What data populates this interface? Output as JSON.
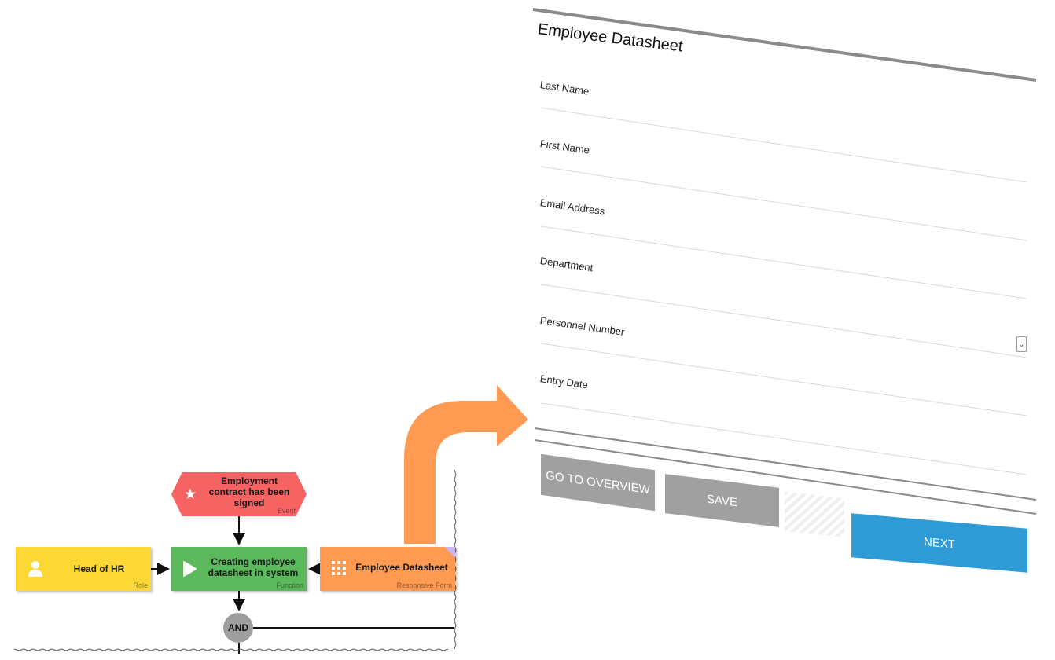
{
  "diagram": {
    "event": {
      "text": "Employment contract has been signed",
      "type": "Event"
    },
    "role": {
      "text": "Head of HR",
      "type": "Role"
    },
    "function": {
      "text": "Creating employee datasheet in system",
      "type": "Function"
    },
    "form": {
      "text": "Employee Datasheet",
      "type": "Responsive Form"
    },
    "gateway": {
      "text": "AND"
    }
  },
  "form_card": {
    "title": "Employee Datasheet",
    "fields": [
      {
        "label": "Last Name"
      },
      {
        "label": "First Name"
      },
      {
        "label": "Email Address"
      },
      {
        "label": "Department"
      },
      {
        "label": "Personnel Number"
      },
      {
        "label": "Entry Date"
      }
    ],
    "buttons": {
      "overview": "GO TO OVERVIEW",
      "save": "SAVE",
      "next": "NEXT"
    }
  },
  "colors": {
    "event": "#f76263",
    "role": "#fdd835",
    "function": "#5cb85c",
    "form": "#ff9a52",
    "gateway": "#9e9e9e",
    "arrow": "#ff9a52",
    "next_button": "#2e9bd6",
    "secondary_button": "#a0a0a0"
  }
}
